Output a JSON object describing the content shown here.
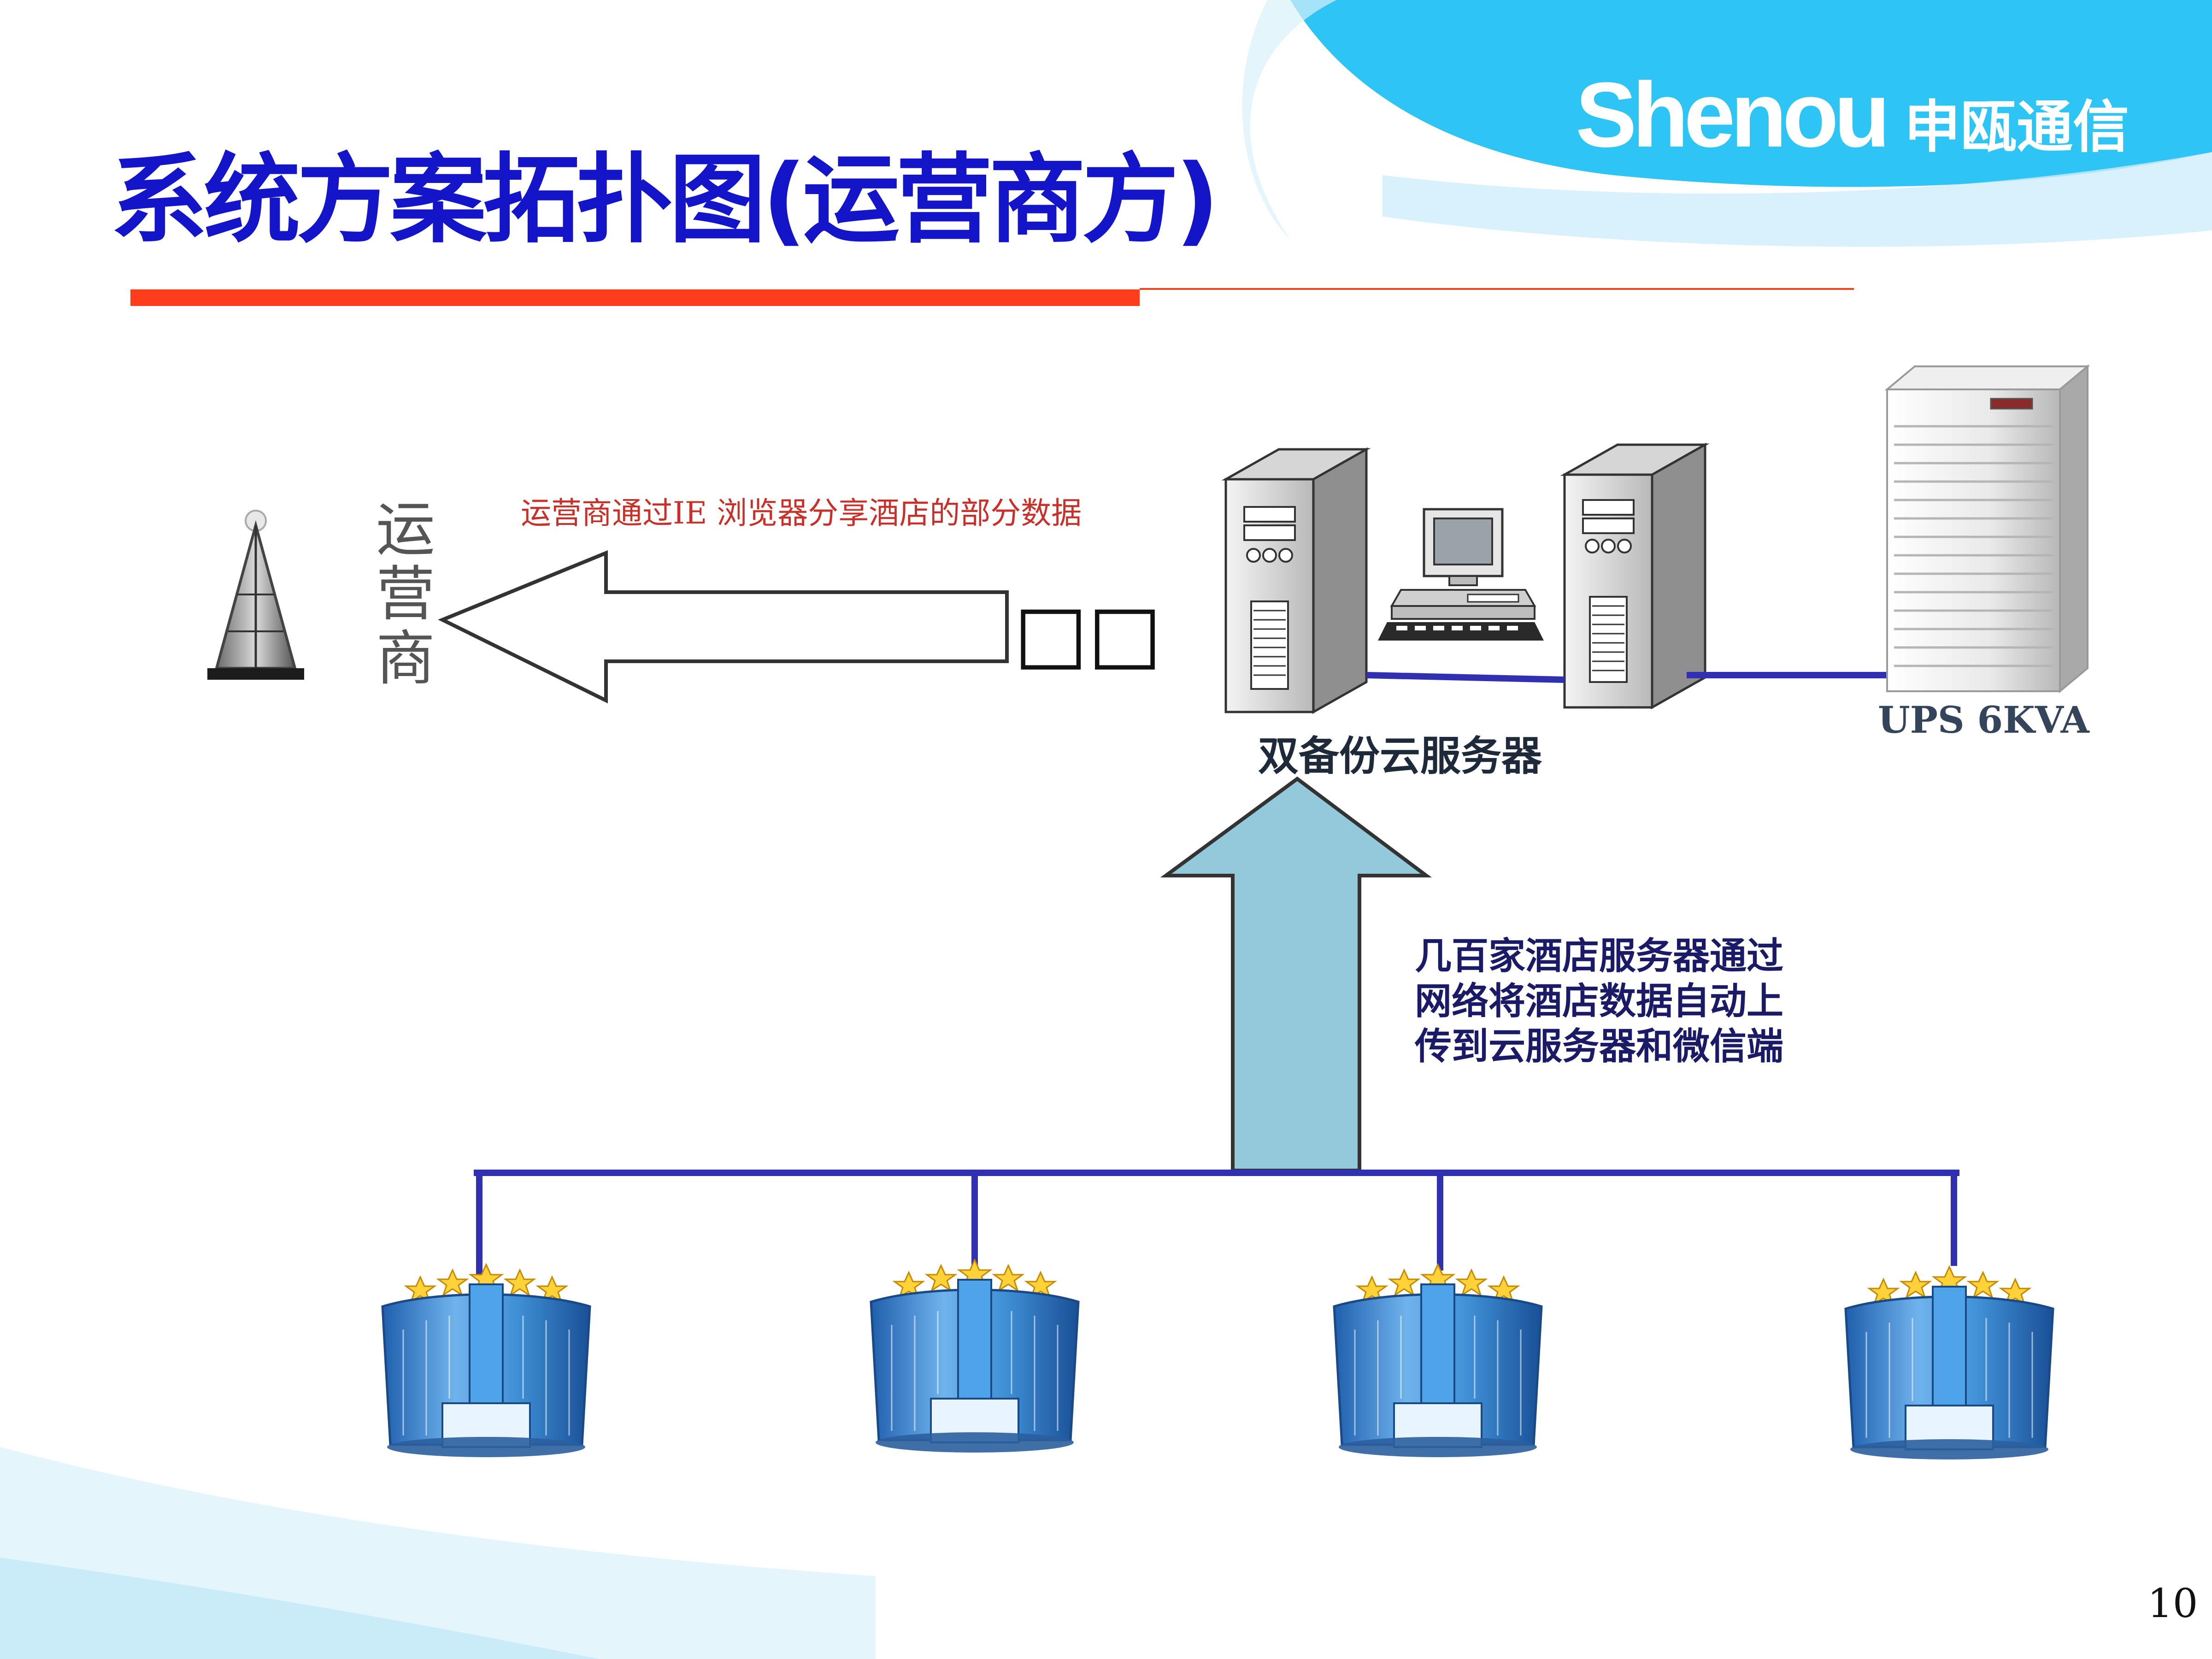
{
  "logo": {
    "brand_en": "Shenou",
    "brand_cn": "申瓯通信"
  },
  "title": "系统方案拓扑图(运营商方)",
  "diagram": {
    "operator_label": "运营商",
    "share_caption": "运营商通过IE 浏览器分享酒店的部分数据",
    "box_glyph": "□□",
    "server_label": "双备份云服务器",
    "ups_label": "UPS 6KVA",
    "upload_caption_lines": [
      "几百家酒店服务器通过",
      "网络将酒店数据自动上",
      "传到云服务器和微信端"
    ],
    "hotel_count": 4
  },
  "page_number": "10",
  "colors": {
    "title": "#1414c8",
    "accent_rule": "#ff3d1a",
    "network_line": "#3030b0",
    "upload_arrow": "#93c9da",
    "header_wave": "#2ec4f4",
    "hotel_blue": "#3f8fd6",
    "caption_red": "#c8302a"
  }
}
